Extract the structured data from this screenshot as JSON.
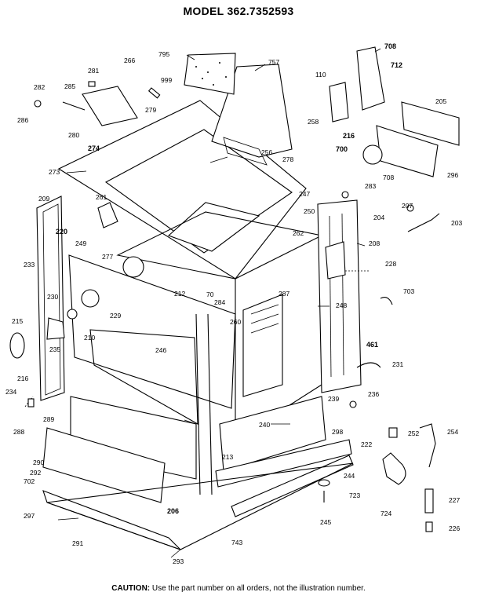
{
  "title": "MODEL 362.7352593",
  "caution": {
    "label": "CAUTION:",
    "text": "Use the part number on all orders, not the illustration number."
  },
  "part_numbers": [
    "795",
    "757",
    "708",
    "712",
    "266",
    "281",
    "999",
    "110",
    "205",
    "282",
    "285",
    "279",
    "258",
    "216",
    "286",
    "280",
    "274",
    "700",
    "256",
    "278",
    "273",
    "209",
    "261",
    "247",
    "283",
    "204",
    "207",
    "203",
    "220",
    "250",
    "262",
    "208",
    "249",
    "277",
    "228",
    "233",
    "212",
    "70",
    "284",
    "703",
    "230",
    "287",
    "248",
    "229",
    "215",
    "260",
    "246",
    "235",
    "210",
    "461",
    "231",
    "216",
    "234",
    "239",
    "236",
    "289",
    "288",
    "240",
    "298",
    "290",
    "252",
    "254",
    "213",
    "222",
    "292",
    "702",
    "244",
    "723",
    "227",
    "297",
    "206",
    "245",
    "724",
    "291",
    "743",
    "226",
    "293",
    "708",
    "296"
  ]
}
